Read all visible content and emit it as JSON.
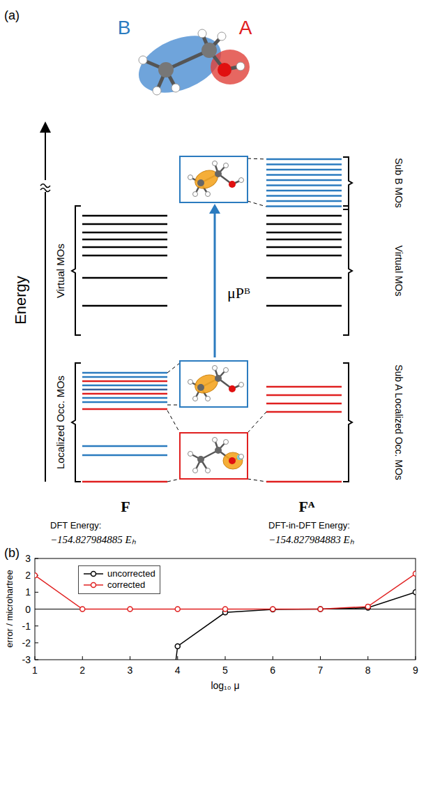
{
  "diagram": {
    "labels": [
      "(a)",
      "B",
      "A",
      "Energy",
      "Virtual MOs",
      "Localized Occ. MOs",
      "μPᴮ",
      "Sub B MOs",
      "Virtual MOs",
      "Sub A Localized Occ. MOs",
      "F",
      "Fᴬ",
      "DFT Energy:",
      "−154.827984885 Eₕ",
      "DFT-in-DFT Energy:",
      "−154.827984883 Eₕ",
      "(b)",
      "error / microhartree",
      "3",
      "2",
      "1",
      "0",
      "-1",
      "-2",
      "-3",
      "1",
      "2",
      "3",
      "4",
      "5",
      "6",
      "7",
      "8",
      "9",
      "log₁₀ μ"
    ],
    "legend": [
      {
        "text": "uncorrected"
      },
      {
        "text": "corrected"
      }
    ]
  }
}
